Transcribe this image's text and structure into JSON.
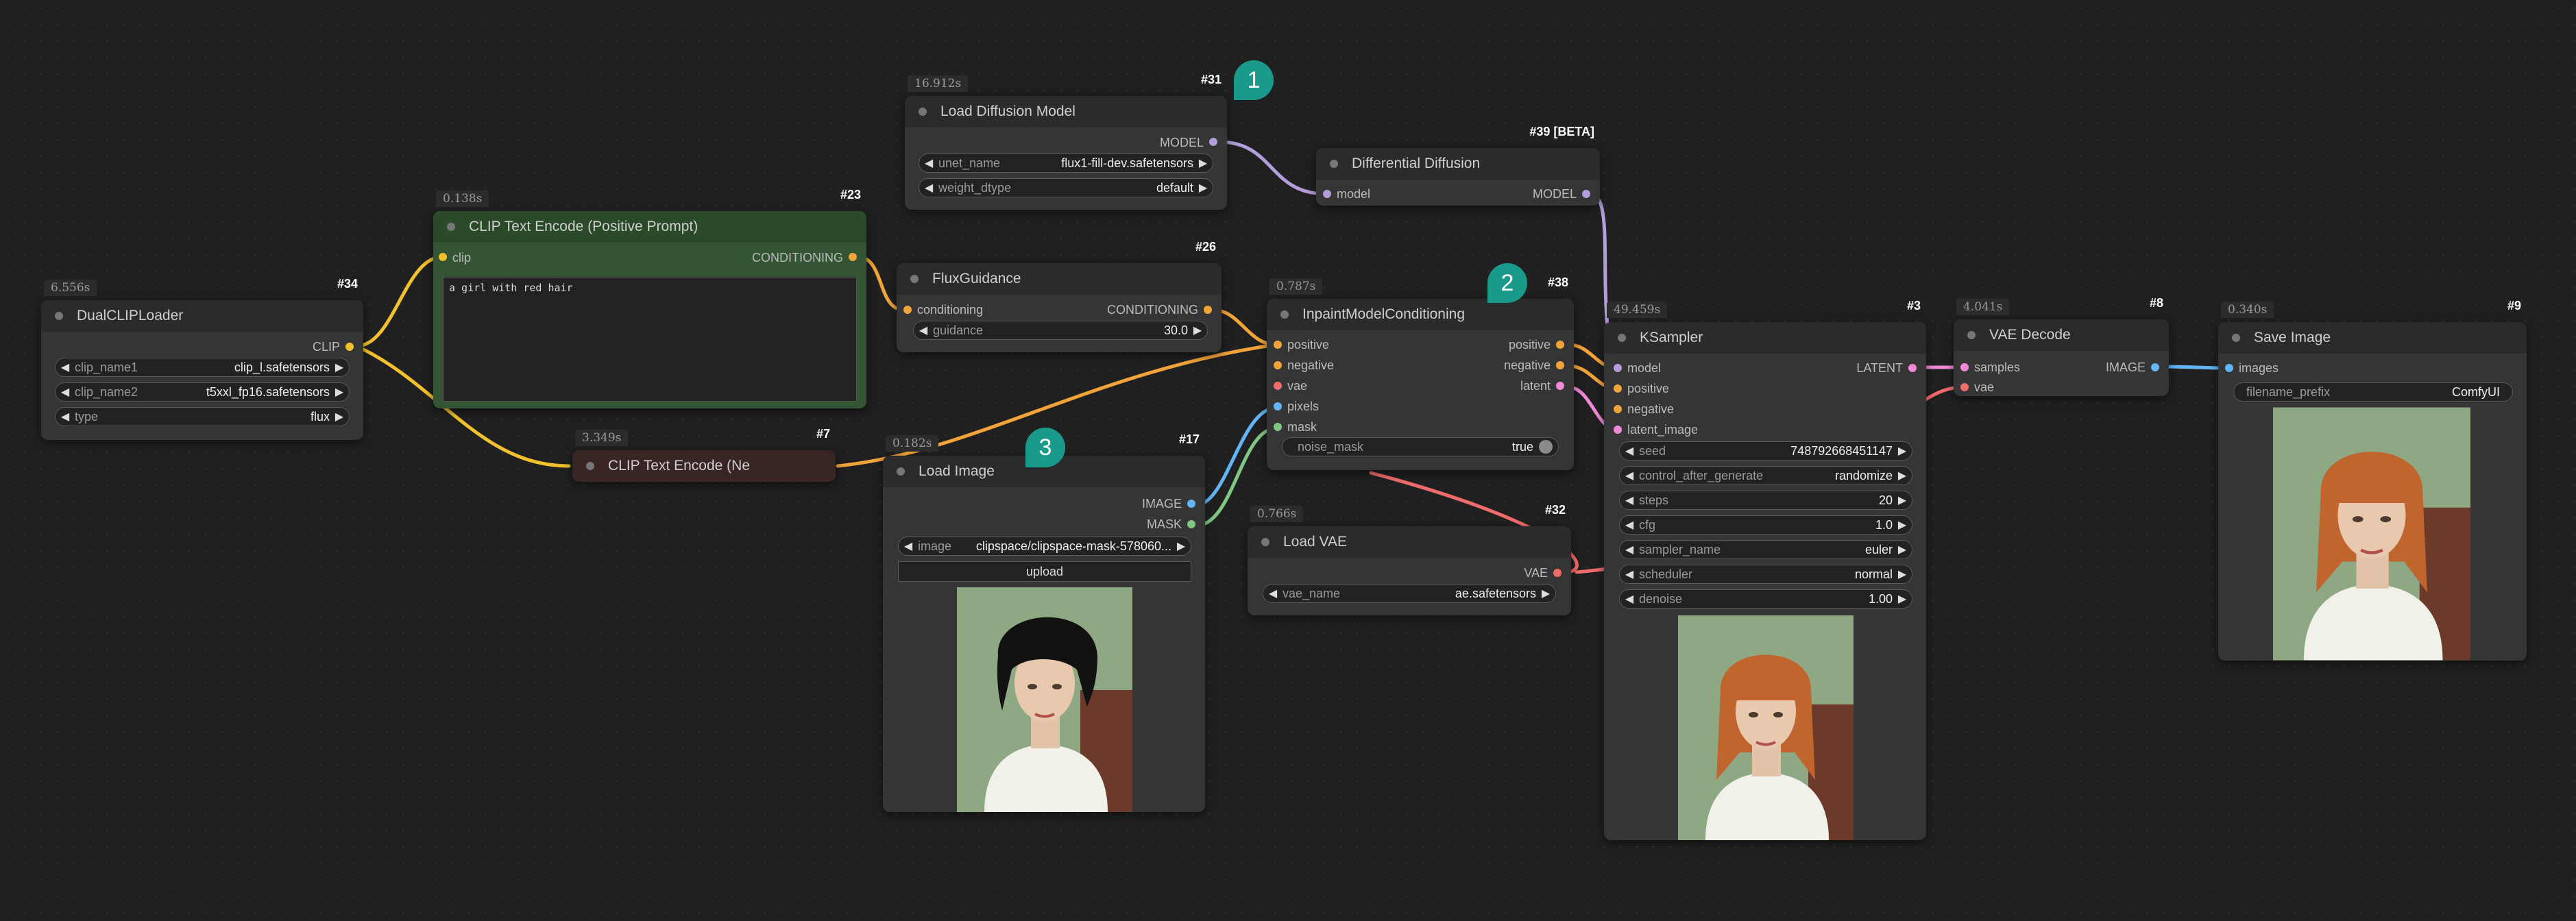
{
  "nodes": {
    "dualclip": {
      "title": "DualCLIPLoader",
      "id": "#34",
      "time": "6.556s",
      "outputs": [
        "CLIP"
      ],
      "widgets": [
        {
          "label": "clip_name1",
          "value": "clip_l.safetensors"
        },
        {
          "label": "clip_name2",
          "value": "t5xxl_fp16.safetensors"
        },
        {
          "label": "type",
          "value": "flux"
        }
      ]
    },
    "clip_pos": {
      "title": "CLIP Text Encode (Positive Prompt)",
      "id": "#23",
      "time": "0.138s",
      "inputs": [
        "clip"
      ],
      "outputs": [
        "CONDITIONING"
      ],
      "text": "a girl with red hair"
    },
    "clip_neg": {
      "title": "CLIP Text Encode (Ne",
      "id": "#7",
      "time": "3.349s"
    },
    "load_diffusion": {
      "title": "Load Diffusion Model",
      "id": "#31",
      "time": "16.912s",
      "outputs": [
        "MODEL"
      ],
      "widgets": [
        {
          "label": "unet_name",
          "value": "flux1-fill-dev.safetensors"
        },
        {
          "label": "weight_dtype",
          "value": "default"
        }
      ]
    },
    "flux_guidance": {
      "title": "FluxGuidance",
      "id": "#26",
      "inputs": [
        "conditioning"
      ],
      "outputs": [
        "CONDITIONING"
      ],
      "widgets": [
        {
          "label": "guidance",
          "value": "30.0"
        }
      ]
    },
    "load_image": {
      "title": "Load Image",
      "id": "#17",
      "time": "0.182s",
      "outputs": [
        "IMAGE",
        "MASK"
      ],
      "widgets": [
        {
          "label": "image",
          "value": "clipspace/clipspace-mask-578060..."
        }
      ],
      "button": "upload"
    },
    "diff_diffusion": {
      "title": "Differential Diffusion",
      "id": "#39 [BETA]",
      "inputs": [
        "model"
      ],
      "outputs": [
        "MODEL"
      ]
    },
    "inpaint": {
      "title": "InpaintModelConditioning",
      "id": "#38",
      "time": "0.787s",
      "inputs": [
        "positive",
        "negative",
        "vae",
        "pixels",
        "mask"
      ],
      "outputs": [
        "positive",
        "negative",
        "latent"
      ],
      "widgets": [
        {
          "label": "noise_mask",
          "value": "true"
        }
      ]
    },
    "load_vae": {
      "title": "Load VAE",
      "id": "#32",
      "time": "0.766s",
      "outputs": [
        "VAE"
      ],
      "widgets": [
        {
          "label": "vae_name",
          "value": "ae.safetensors"
        }
      ]
    },
    "ksampler": {
      "title": "KSampler",
      "id": "#3",
      "time": "49.459s",
      "inputs": [
        "model",
        "positive",
        "negative",
        "latent_image"
      ],
      "outputs": [
        "LATENT"
      ],
      "widgets": [
        {
          "label": "seed",
          "value": "748792668451147"
        },
        {
          "label": "control_after_generate",
          "value": "randomize"
        },
        {
          "label": "steps",
          "value": "20"
        },
        {
          "label": "cfg",
          "value": "1.0"
        },
        {
          "label": "sampler_name",
          "value": "euler"
        },
        {
          "label": "scheduler",
          "value": "normal"
        },
        {
          "label": "denoise",
          "value": "1.00"
        }
      ]
    },
    "vae_decode": {
      "title": "VAE Decode",
      "id": "#8",
      "time": "4.041s",
      "inputs": [
        "samples",
        "vae"
      ],
      "outputs": [
        "IMAGE"
      ]
    },
    "save_image": {
      "title": "Save Image",
      "id": "#9",
      "time": "0.340s",
      "inputs": [
        "images"
      ],
      "widgets": [
        {
          "label": "filename_prefix",
          "value": "ComfyUI"
        }
      ]
    }
  },
  "markers": [
    "1",
    "2",
    "3"
  ],
  "colors": {
    "clip": "#f2c12e",
    "conditioning": "#f2a33a",
    "model": "#b39ddb",
    "vae": "#f06b6b",
    "image": "#64b5f6",
    "mask": "#81c784",
    "latent": "#f08ad8"
  }
}
